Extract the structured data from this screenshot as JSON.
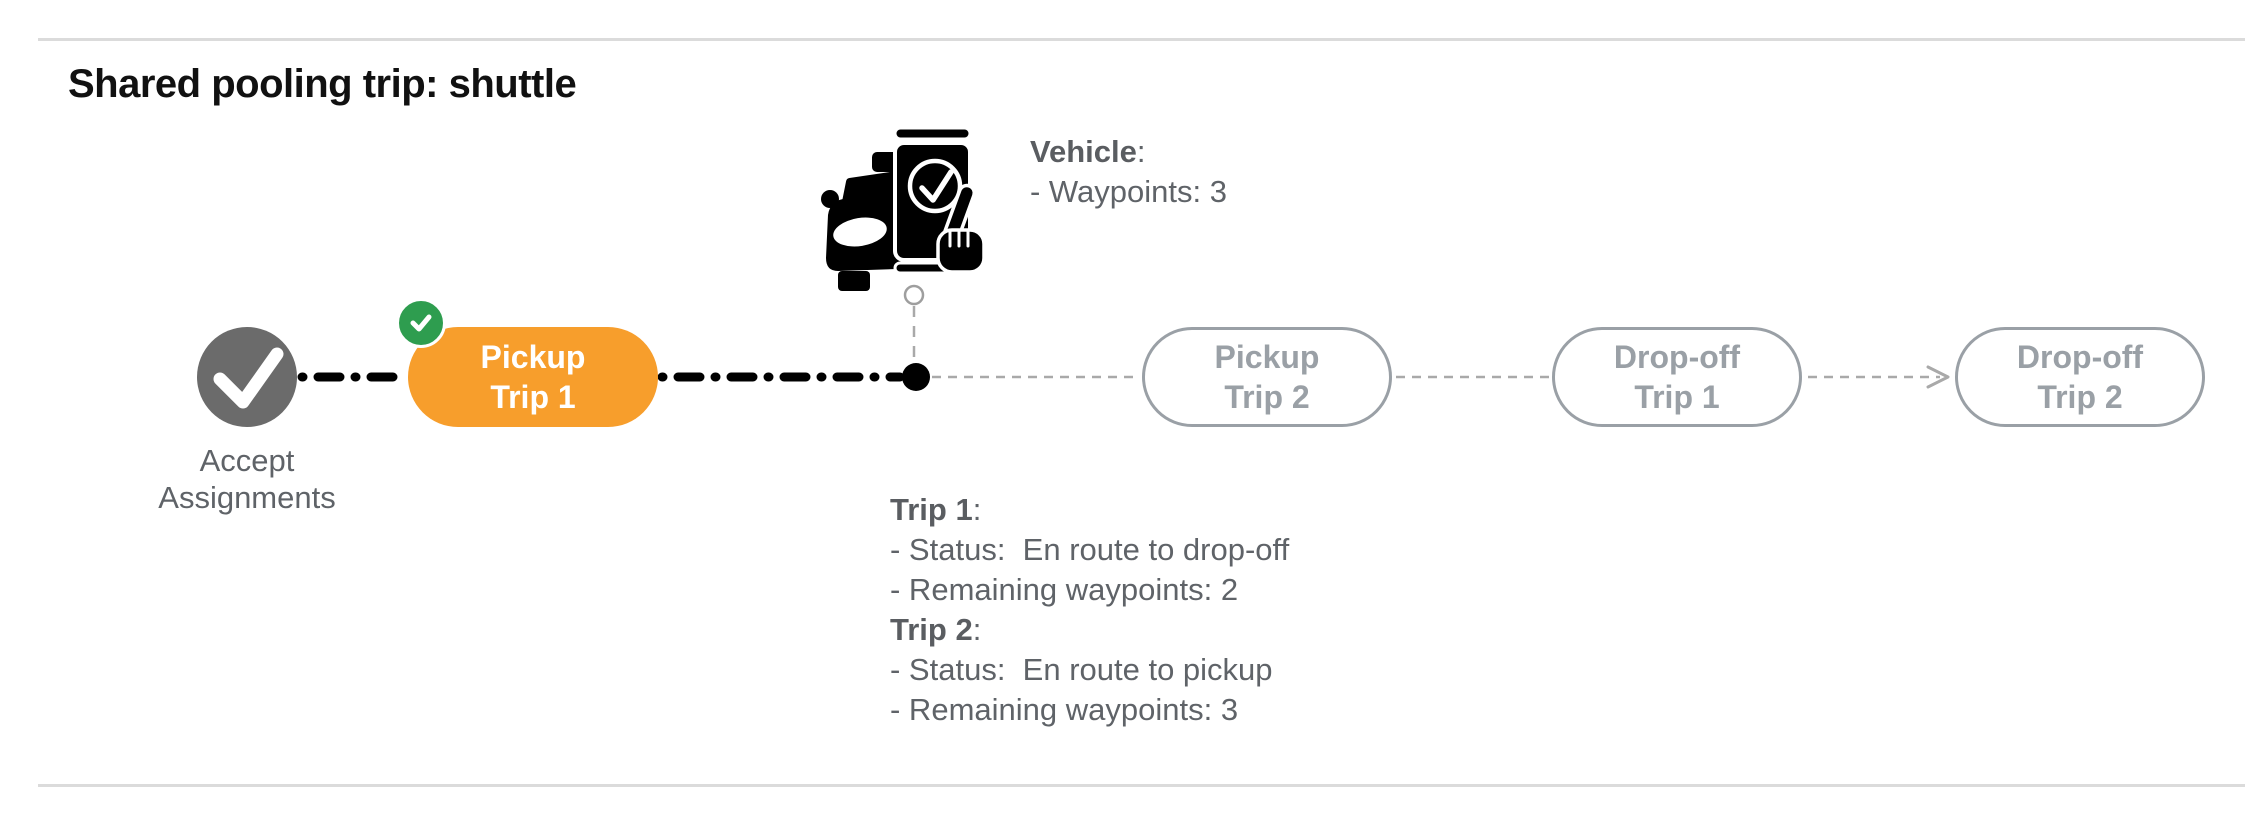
{
  "page": {
    "title": "Shared pooling trip: shuttle"
  },
  "colors": {
    "active_pill_orange": "#f79e2c",
    "completed_green": "#2e9d4f",
    "completed_node_gray": "#6b6b6b",
    "upcoming_pill_border_gray": "#9aa0a6",
    "annotation_text_gray": "#5f6368",
    "connector_black": "#000000",
    "connector_gray": "#a9a9a9",
    "rule_gray": "#dbdbdb"
  },
  "icons": {
    "vehicle": "car-phone-check-icon",
    "accept_node": "check-icon",
    "active_badge": "check-icon",
    "vehicle_anchor": "open-circle-icon",
    "current_position": "filled-dot-icon",
    "next_connector": "dashed-arrow-icon"
  },
  "vehicle_note": {
    "heading": "Vehicle",
    "colon": ":",
    "lines": [
      "- Waypoints: 3"
    ]
  },
  "timeline": {
    "accept_node": {
      "label_line1": "Accept",
      "label_line2": "Assignments",
      "state": "completed"
    },
    "nodes": [
      {
        "id": "pickup-trip-1",
        "line1": "Pickup",
        "line2": "Trip 1",
        "state": "active"
      },
      {
        "id": "pickup-trip-2",
        "line1": "Pickup",
        "line2": "Trip 2",
        "state": "upcoming"
      },
      {
        "id": "dropoff-trip-1",
        "line1": "Drop-off",
        "line2": "Trip 1",
        "state": "upcoming"
      },
      {
        "id": "dropoff-trip-2",
        "line1": "Drop-off",
        "line2": "Trip 2",
        "state": "upcoming"
      }
    ]
  },
  "trip_status": {
    "trip1": {
      "heading": "Trip 1",
      "colon": ":",
      "lines": [
        "- Status:  En route to drop-off",
        "- Remaining waypoints: 2"
      ]
    },
    "trip2": {
      "heading": "Trip 2",
      "colon": ":",
      "lines": [
        "- Status:  En route to pickup",
        "- Remaining waypoints: 3"
      ]
    }
  }
}
